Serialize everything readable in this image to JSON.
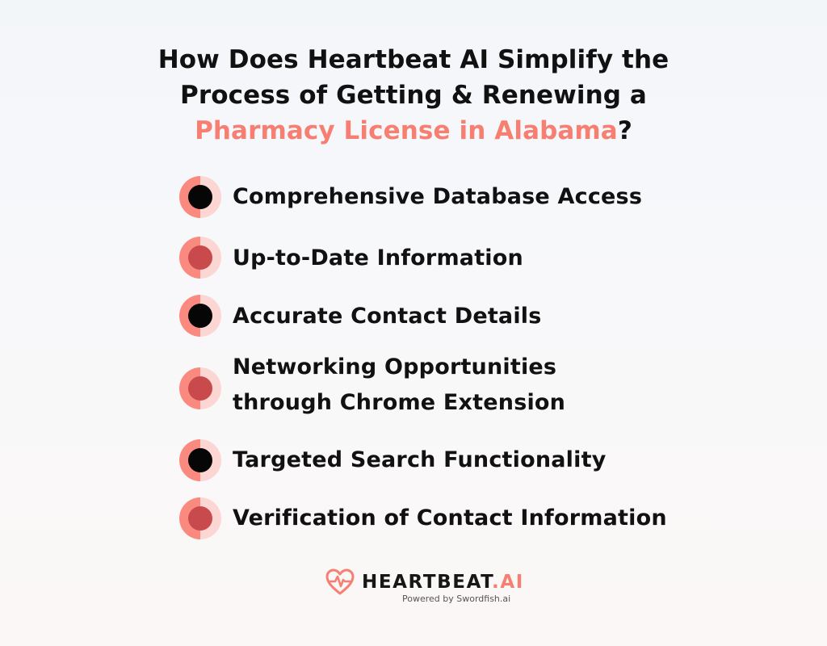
{
  "header": {
    "title_line1": "How Does Heartbeat AI Simplify the",
    "title_line2": "Process of Getting & Renewing a",
    "title_accent": "Pharmacy License in Alabama",
    "title_end": "?"
  },
  "features": [
    {
      "label": "Comprehensive Database Access",
      "bullet_style": "dark"
    },
    {
      "label": "Up-to-Date Information",
      "bullet_style": "red"
    },
    {
      "label": "Accurate Contact Details",
      "bullet_style": "dark"
    },
    {
      "label_line1": "Networking Opportunities",
      "label_line2": "through Chrome Extension",
      "bullet_style": "red"
    },
    {
      "label": "Targeted Search Functionality",
      "bullet_style": "dark"
    },
    {
      "label": "Verification of Contact Information",
      "bullet_style": "red"
    }
  ],
  "footer": {
    "brand_main": "HEARTBEAT",
    "brand_suffix": ".AI",
    "tagline": "Powered by Swordfish.ai",
    "logo_icon": "heart-pulse-icon"
  },
  "colors": {
    "accent": "#f77f72",
    "bullet_light": "#fcd6d2",
    "bullet_dark_dot": "#060606",
    "bullet_red_dot": "#c94a4c",
    "text": "#111111"
  }
}
